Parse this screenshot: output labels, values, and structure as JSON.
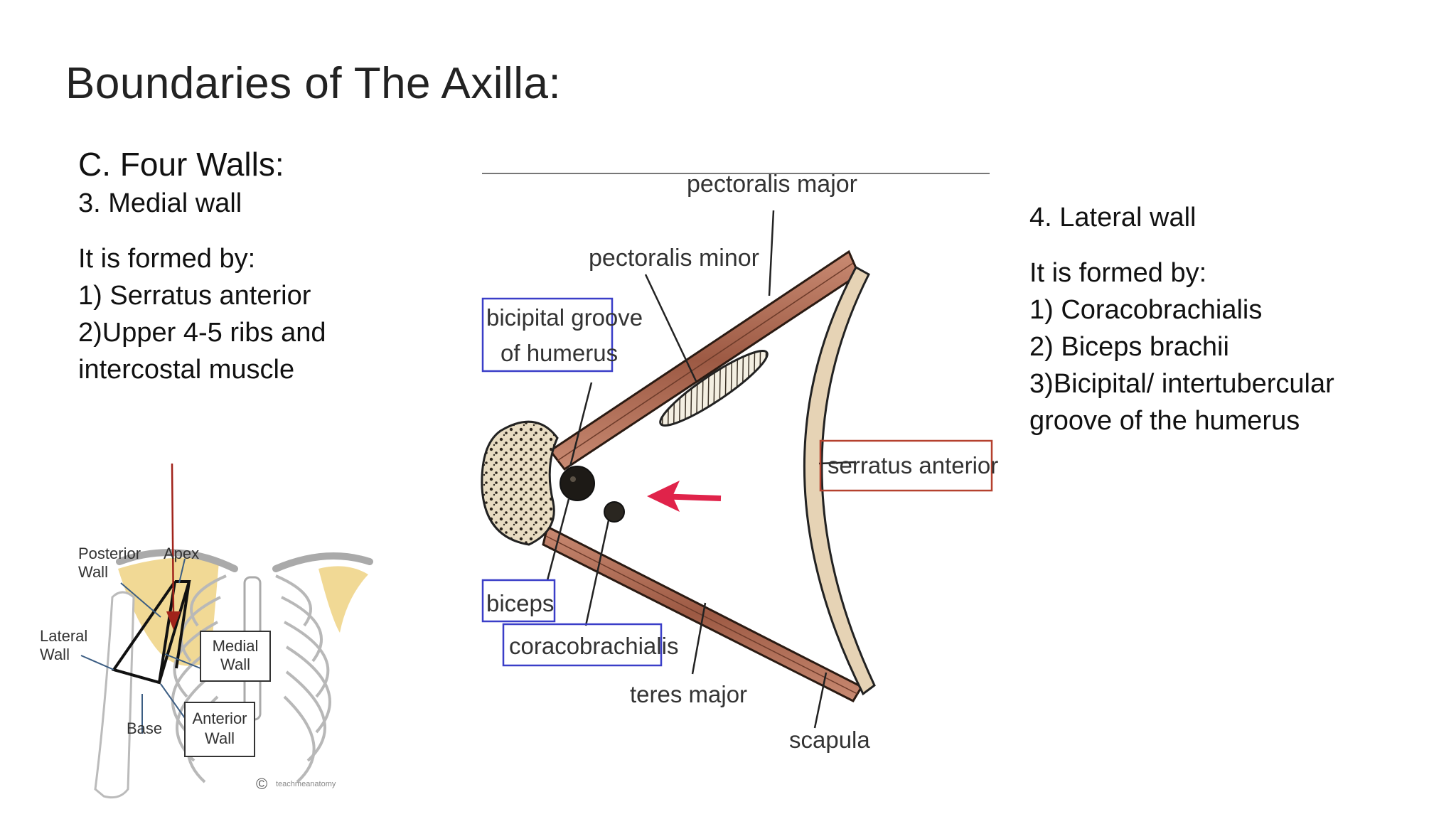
{
  "slide": {
    "title": "Boundaries of The Axilla:"
  },
  "left_text": {
    "heading": "C. Four Walls:",
    "subheading": "3. Medial wall",
    "lines": [
      "It is formed by:",
      "1) Serratus anterior",
      "2)Upper 4-5 ribs and",
      "intercostal muscle"
    ]
  },
  "right_text": {
    "subheading": "4. Lateral wall",
    "lines": [
      "It is formed by:",
      "1) Coracobrachialis",
      "2) Biceps brachii",
      "3)Bicipital/ intertubercular",
      "groove of the humerus"
    ]
  },
  "axilla_diagram": {
    "labels": {
      "pectoralis_major": "pectoralis major",
      "pectoralis_minor": "pectoralis minor",
      "bicipital_groove_1": "bicipital groove",
      "bicipital_groove_2": "of humerus",
      "serratus_anterior": "serratus anterior",
      "biceps": "biceps",
      "coracobrachialis": "coracobrachialis",
      "teres_major": "teres major",
      "scapula": "scapula"
    },
    "colors": {
      "blue_box": "#3a3ec8",
      "red_box": "#b5412e",
      "arrow": "#e0234a",
      "muscle": "#a5604a",
      "bone": "#e6d3b5"
    }
  },
  "skeleton_diagram": {
    "labels": {
      "posterior_wall_1": "Posterior",
      "posterior_wall_2": "Wall",
      "apex": "Apex",
      "lateral_wall_1": "Lateral",
      "lateral_wall_2": "Wall",
      "medial_wall_1": "Medial",
      "medial_wall_2": "Wall",
      "anterior_wall_1": "Anterior",
      "anterior_wall_2": "Wall",
      "base": "Base",
      "copyright": "©",
      "watermark": "teachmeanatomy"
    },
    "colors": {
      "scapula": "#f0d58a",
      "arrow": "#a1231b"
    }
  }
}
